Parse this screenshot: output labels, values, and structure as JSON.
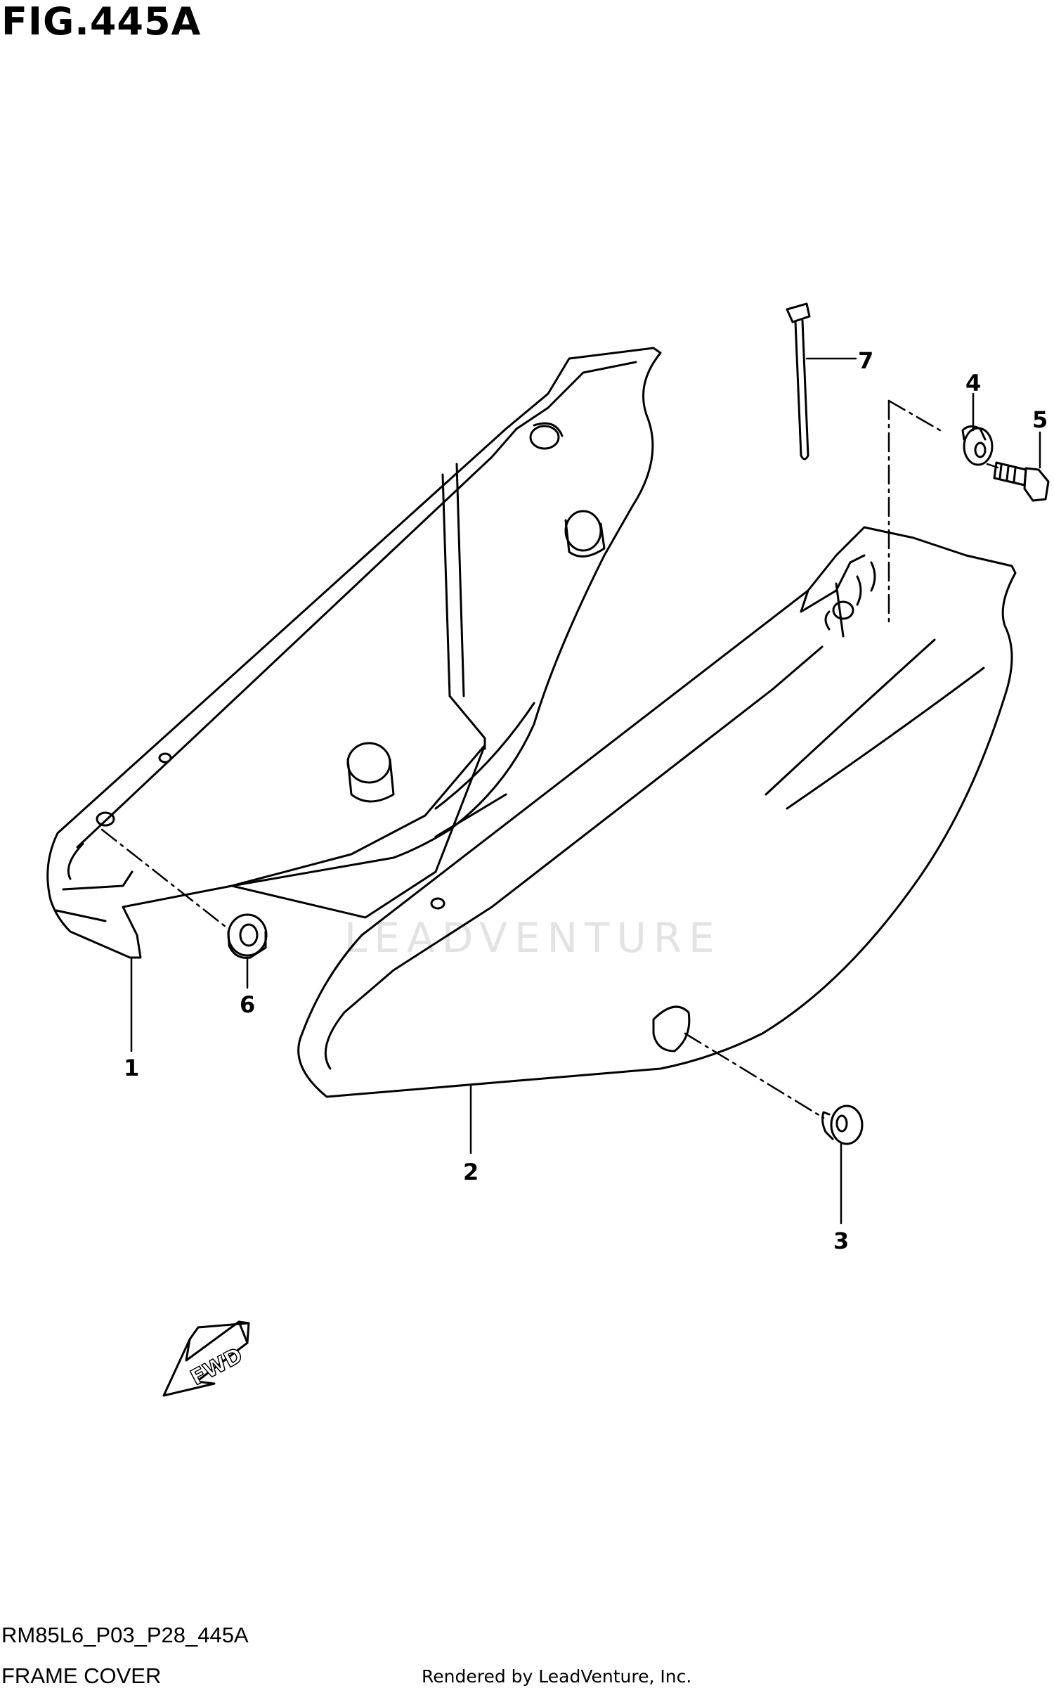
{
  "figure": {
    "title": "FIG.445A"
  },
  "callouts": [
    {
      "id": "1",
      "label": "1"
    },
    {
      "id": "2",
      "label": "2"
    },
    {
      "id": "3",
      "label": "3"
    },
    {
      "id": "4",
      "label": "4"
    },
    {
      "id": "5",
      "label": "5"
    },
    {
      "id": "6",
      "label": "6"
    },
    {
      "id": "7",
      "label": "7"
    }
  ],
  "fwd_label": "FWD",
  "watermark": "LEADVENTURE",
  "footer": {
    "diagram_code": "RM85L6_P03_P28_445A",
    "section_name": "FRAME COVER",
    "credit": "Rendered by LeadVenture, Inc."
  },
  "colors": {
    "line": "#000000",
    "watermark": "#e3e3e3",
    "background": "#ffffff"
  }
}
